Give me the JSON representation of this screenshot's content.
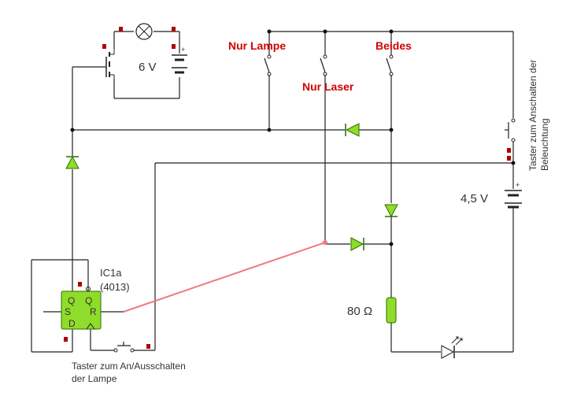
{
  "labels": {
    "nur_lampe": "Nur Lampe",
    "nur_laser": "Nur Laser",
    "beides": "Beides",
    "voltage_6v": "6 V",
    "voltage_45v": "4,5 V",
    "resistor": "80 Ω",
    "ic_name": "IC1a",
    "ic_part": "(4013)",
    "pin_q1": "Q",
    "pin_q2": "Q",
    "pin_s": "S",
    "pin_r": "R",
    "pin_d": "D",
    "taster_lampe_line1": "Taster zum An/Ausschalten",
    "taster_lampe_line2": "der Lampe",
    "taster_bel_line1": "Taster zum Anschalten der",
    "taster_bel_line2": "Beleuchtung"
  },
  "colors": {
    "wire": "#222222",
    "accent_text": "#d40000",
    "component_green": "#8fdc2a",
    "pin_red": "#b00000",
    "laser_wire": "#f07a7a"
  }
}
